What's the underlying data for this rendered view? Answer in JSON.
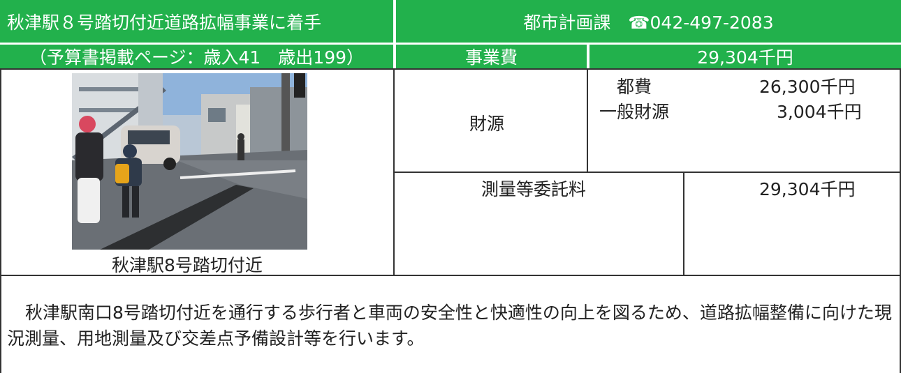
{
  "header": {
    "title": "秋津駅８号踏切付近道路拡幅事業に着手",
    "dept_contact": "都市計画課　☎042-497-2083",
    "budget_ref": "（予算書掲載ページ：歳入41　歳出199）",
    "cost_label": "事業費",
    "cost_value": "29,304千円"
  },
  "photo": {
    "caption": "秋津駅8号踏切付近"
  },
  "funding": {
    "label": "財源",
    "items": [
      {
        "name": "都費",
        "amount": "26,300千円"
      },
      {
        "name": "一般財源",
        "amount": "3,004千円"
      }
    ]
  },
  "expense": {
    "name": "測量等委託料",
    "amount": "29,304千円"
  },
  "description": "秋津駅南口8号踏切付近を通行する歩行者と車両の安全性と快適性の向上を図るため、道路拡幅整備に向けた現況測量、用地測量及び交差点予備設計等を行います。",
  "colors": {
    "header_green": "#22b14c",
    "header_text": "#ffffff"
  }
}
